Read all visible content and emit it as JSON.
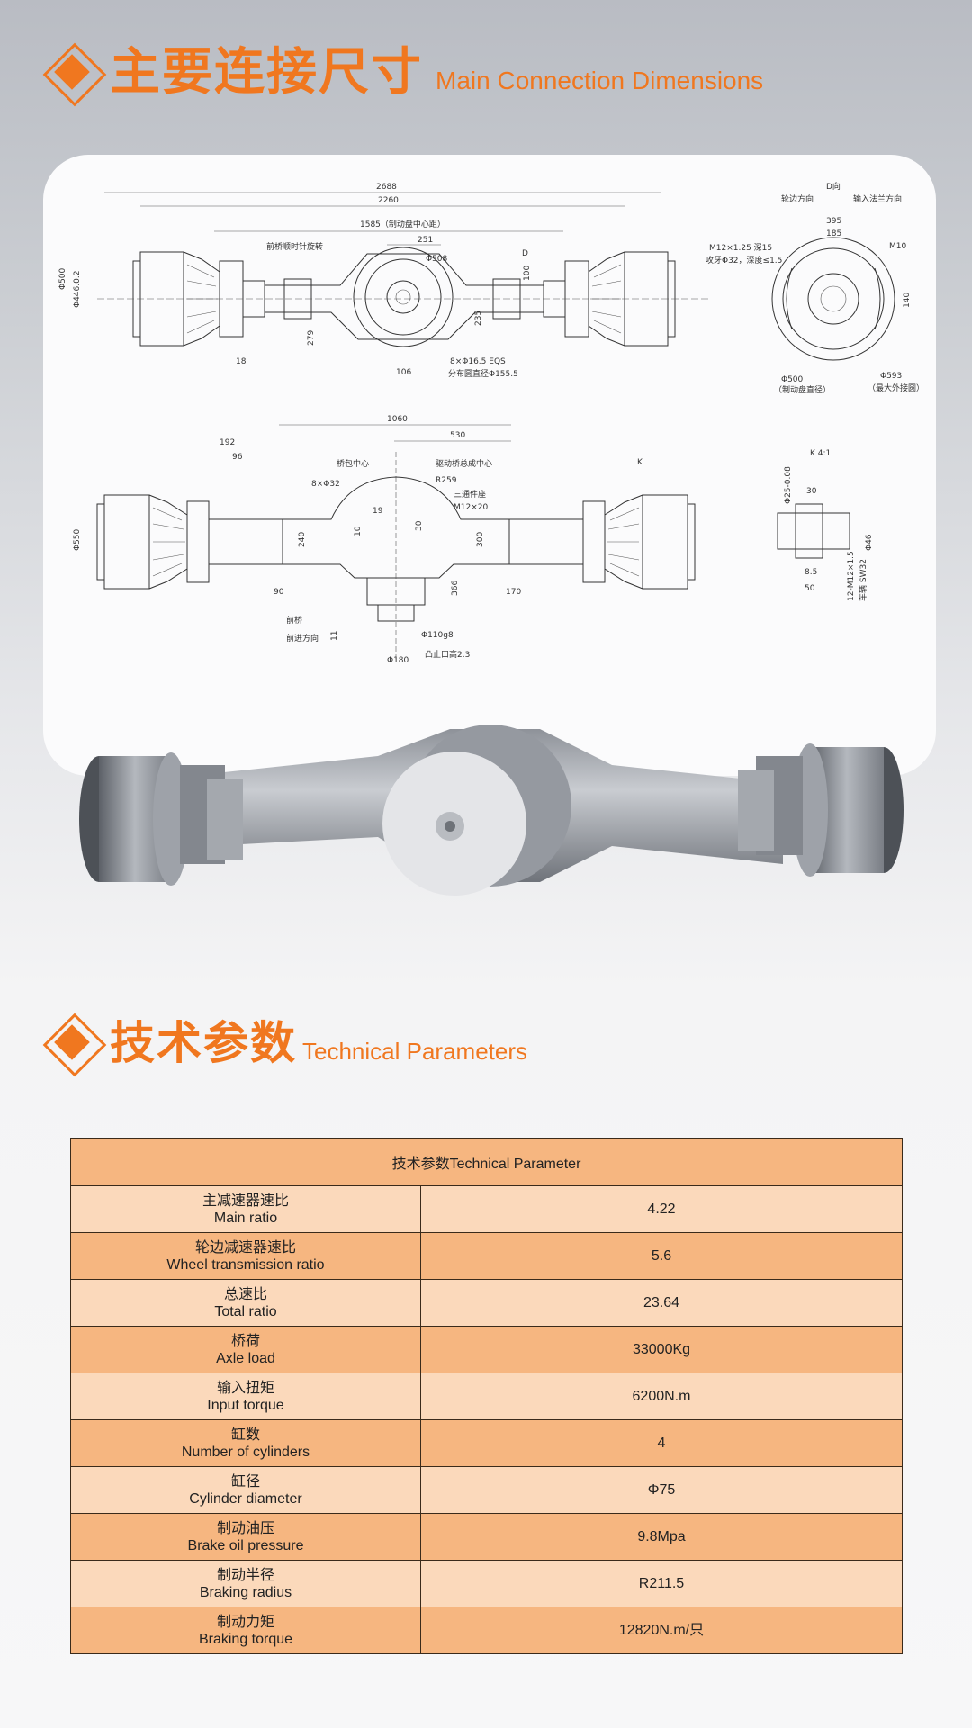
{
  "section1": {
    "title_cn": "主要连接尺寸",
    "title_en": "Main Connection Dimensions"
  },
  "section2": {
    "title_cn": "技术参数",
    "title_en": "Technical Parameters"
  },
  "drawing": {
    "dims": {
      "d2688": "2688",
      "d2260": "2260",
      "d1585": "1585（制动盘中心距）",
      "d251": "251",
      "d508": "Φ508",
      "d500": "Φ500",
      "d446": "Φ446.0.2",
      "d18": "18",
      "d106": "106",
      "bolt": "8×Φ16.5 EQS",
      "pcd": "分布圆直径Φ155.5",
      "rotate": "前桥顺时针旋转",
      "d100": "100",
      "d235": "235",
      "d279": "279",
      "dD": "D",
      "d1060": "1060",
      "d530": "530",
      "d192": "192",
      "d96": "96",
      "holes": "8×Φ32",
      "center1": "桥包中心",
      "center2": "驱动桥总成中心",
      "r259": "R259",
      "sanlun": "三通件座",
      "m12": "M12×20",
      "d19": "19",
      "d10": "10",
      "d30": "30",
      "d240": "240",
      "d300": "300",
      "d366": "366",
      "d90": "90",
      "d170": "170",
      "d550": "Φ550",
      "d11": "11",
      "shaft": "Φ110g8",
      "d180": "Φ180",
      "tol": "凸止口高2.3",
      "front": "前桥",
      "dir": "前进方向",
      "view_d": "D向",
      "out_dir": "轮边方向",
      "in_dir": "输入法兰方向",
      "d395": "395",
      "d185": "185",
      "m12b": "M12×1.25 深15",
      "thread": "攻牙Φ32，深度≤1.5",
      "m10": "M10",
      "d140": "140",
      "d500b": "Φ500",
      "brake": "（制动盘直径）",
      "d593": "Φ593",
      "max": "（最大外接圆）",
      "k": "K",
      "k41": "K 4:1",
      "d46": "Φ46",
      "d25": "Φ25-0.08",
      "d30b": "30",
      "d85": "8.5",
      "d50": "50",
      "nut": "12-M12×1.5",
      "sw": "车辆 SW32"
    }
  },
  "table": {
    "header": "技术参数Technical Parameter",
    "rows": [
      {
        "label_cn": "主减速器速比",
        "label_en": "Main ratio",
        "value": "4.22"
      },
      {
        "label_cn": "轮边减速器速比",
        "label_en": "Wheel transmission ratio",
        "value": "5.6"
      },
      {
        "label_cn": "总速比",
        "label_en": "Total ratio",
        "value": "23.64"
      },
      {
        "label_cn": "桥荷",
        "label_en": "Axle load",
        "value": "33000Kg"
      },
      {
        "label_cn": "输入扭矩",
        "label_en": "Input torque",
        "value": "6200N.m"
      },
      {
        "label_cn": "缸数",
        "label_en": "Number of cylinders",
        "value": "4"
      },
      {
        "label_cn": "缸径",
        "label_en": "Cylinder diameter",
        "value": "Φ75"
      },
      {
        "label_cn": "制动油压",
        "label_en": "Brake oil pressure",
        "value": "9.8Mpa"
      },
      {
        "label_cn": "制动半径",
        "label_en": "Braking radius",
        "value": "R211.5"
      },
      {
        "label_cn": "制动力矩",
        "label_en": "Braking torque",
        "value": "12820N.m/只"
      }
    ]
  },
  "colors": {
    "accent": "#f0771f",
    "row_light": "#fbd9bb",
    "row_dark": "#f6b680"
  }
}
